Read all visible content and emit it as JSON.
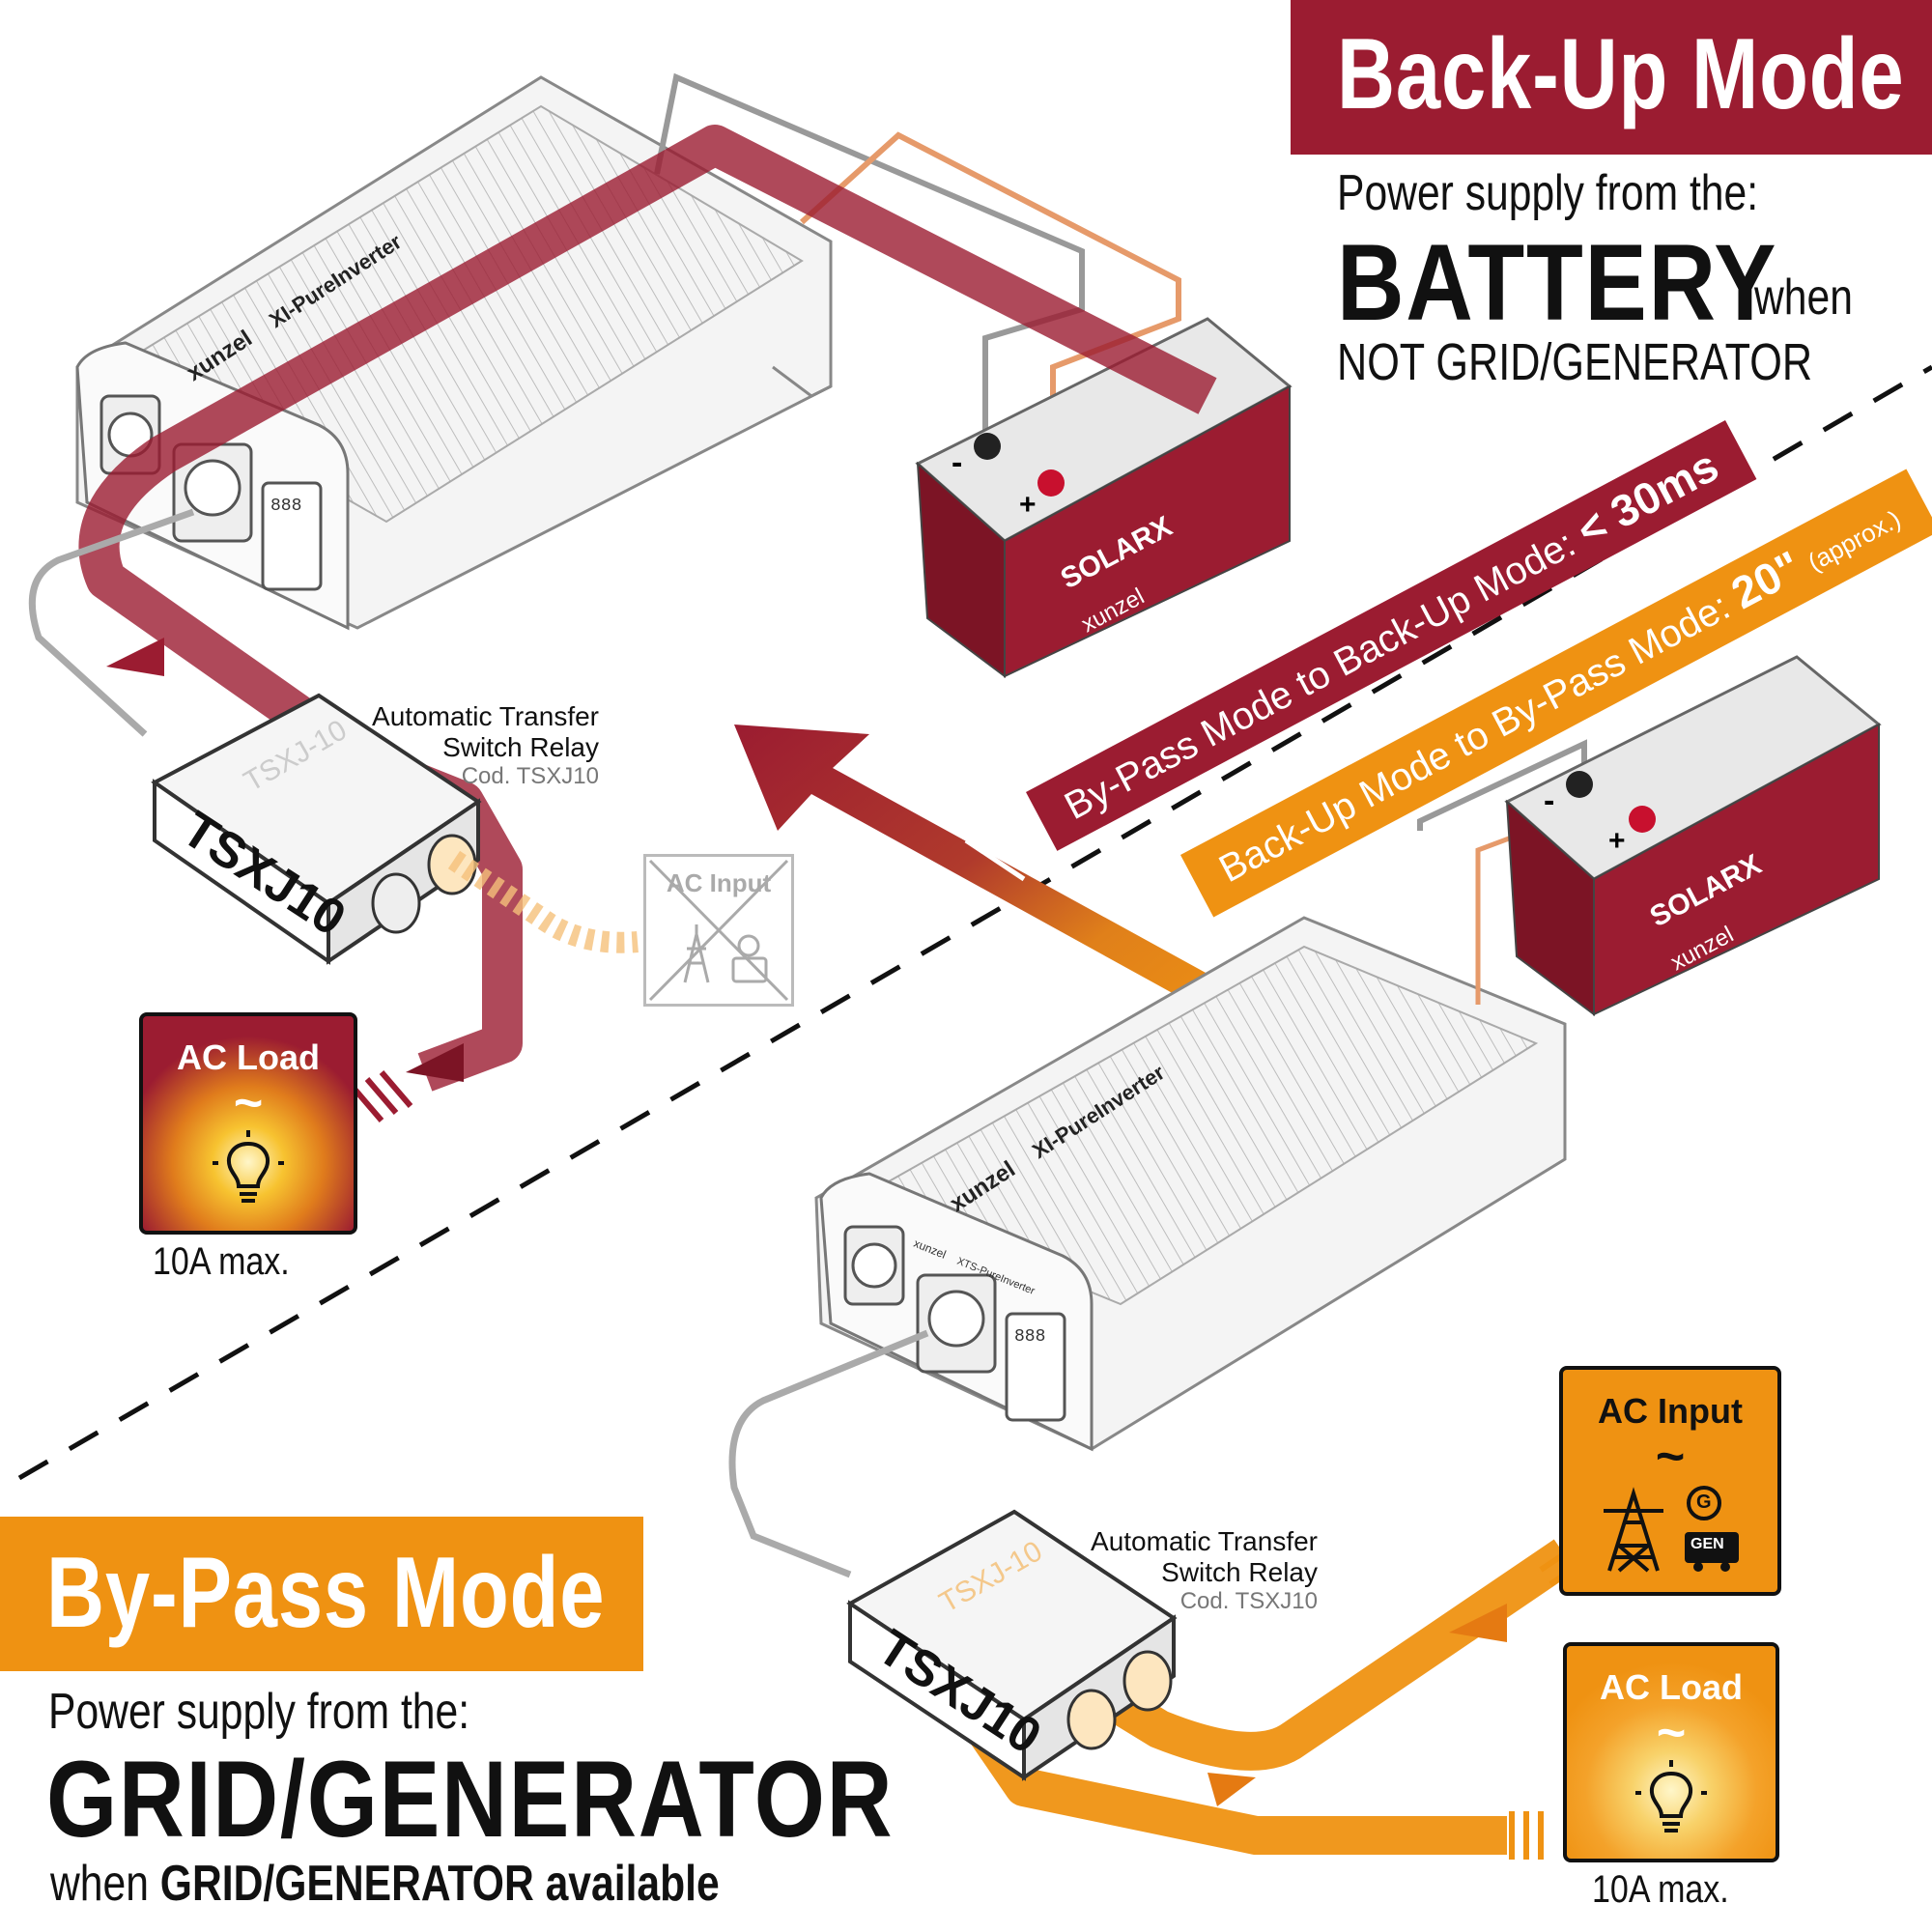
{
  "back_up": {
    "title": "Back-Up Mode",
    "subtitle": "Power supply from the:",
    "source": "BATTERY",
    "when": "when",
    "condition": "NOT GRID/GENERATOR"
  },
  "by_pass": {
    "title": "By-Pass Mode",
    "subtitle": "Power supply from the:",
    "source": "GRID/GENERATOR",
    "when_prefix": "when",
    "condition": "GRID/GENERATOR available"
  },
  "switch_times": {
    "bypass_to_backup_label": "By-Pass Mode to Back-Up Mode:",
    "bypass_to_backup_value": "< 30ms",
    "backup_to_bypass_label": "Back-Up Mode to By-Pass Mode:",
    "backup_to_bypass_value": "20\"",
    "backup_to_bypass_note": "(approx.)"
  },
  "relay": {
    "name_line1": "Automatic Transfer",
    "name_line2": "Switch Relay",
    "code": "Cod. TSXJ10",
    "model": "TSXJ10",
    "model_faded": "TSXJ-10"
  },
  "inverter": {
    "brand": "xunzel",
    "model_top": "XI-PureInverter",
    "model_bottom": "XI-PureInverter",
    "panel_brand": "xunzel",
    "panel_model": "XTS-PureInverter",
    "display": "888"
  },
  "battery": {
    "brand": "SOLARX",
    "maker": "xunzel",
    "neg": "-",
    "pos": "+"
  },
  "ac_load": {
    "label": "AC Load",
    "tilde": "~",
    "max": "10A max."
  },
  "ac_input": {
    "label": "AC Input",
    "tilde": "~",
    "gen": "GEN",
    "g": "G"
  },
  "colors": {
    "backup_red": "#9b1c31",
    "bypass_orange": "#ef9212",
    "outline": "#111111",
    "inactive_grey": "#bbbbbb"
  },
  "icons": [
    "lightbulb-icon",
    "power-tower-icon",
    "generator-icon"
  ]
}
